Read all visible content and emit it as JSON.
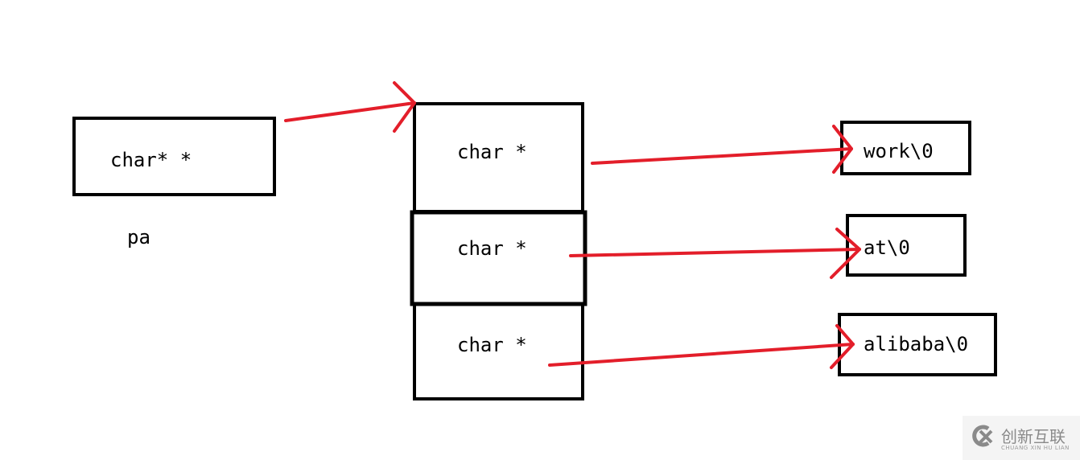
{
  "pointer_box": {
    "label": "char* *",
    "name": "pa"
  },
  "array_cells": [
    {
      "label": "char *"
    },
    {
      "label": "char *"
    },
    {
      "label": "char *"
    }
  ],
  "strings": [
    {
      "label": "work\\0"
    },
    {
      "label": "at\\0"
    },
    {
      "label": "alibaba\\0"
    }
  ],
  "colors": {
    "arrow": "#e31e2a",
    "box": "#000000"
  },
  "watermark": {
    "cn": "创新互联",
    "en": "CHUANG XIN HU LIAN"
  }
}
